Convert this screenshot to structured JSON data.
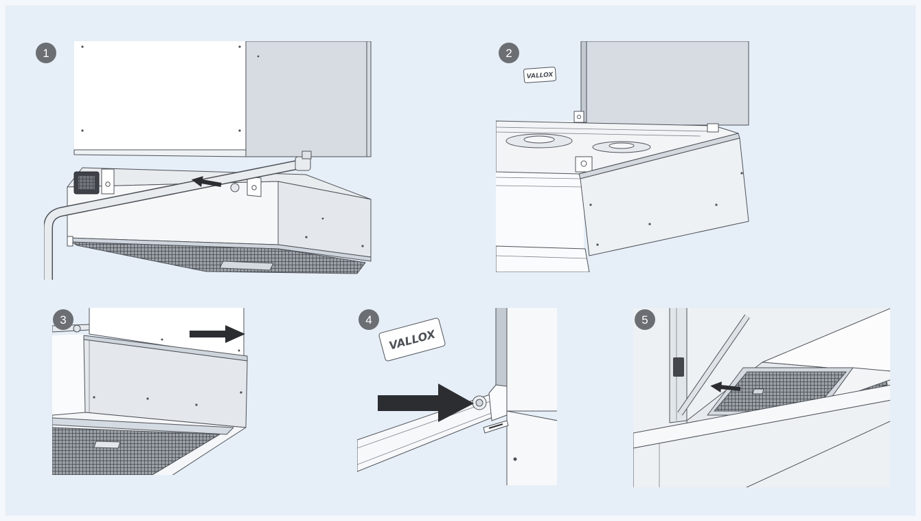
{
  "colors": {
    "panel_background": "#e6eef7",
    "badge_fill": "#6b6e72",
    "badge_text": "#ffffff",
    "arrow": "#2b2d31"
  },
  "steps": [
    {
      "number": "1"
    },
    {
      "number": "2",
      "label_text": "VALLOX"
    },
    {
      "number": "3"
    },
    {
      "number": "4",
      "label_text": "VALLOX"
    },
    {
      "number": "5"
    }
  ]
}
